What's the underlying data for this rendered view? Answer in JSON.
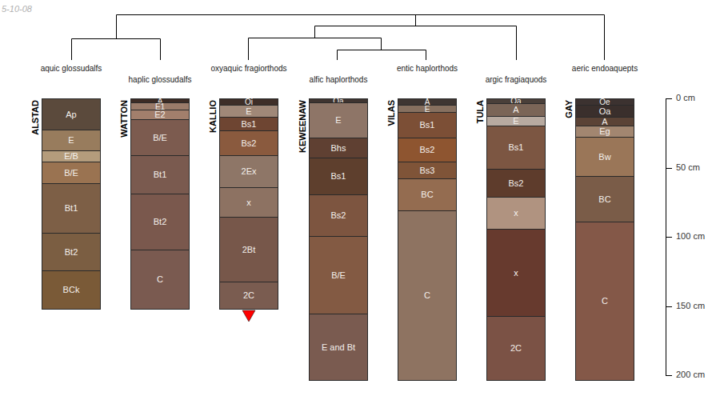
{
  "diagram": {
    "nodes": [
      {
        "text": [
          "aquic glossudalfs",
          "ALSTAD"
        ]
      },
      {
        "text": [
          "Ap"
        ],
        "in": 0
      },
      {
        "text": [
          "E"
        ],
        "in": 0
      },
      {
        "text": [
          "E/B"
        ],
        "in": 0
      },
      {
        "text": [
          "B/E"
        ],
        "in": 0
      },
      {
        "text": [
          "Bt1"
        ],
        "in": 0
      },
      {
        "text": [
          "Bt2"
        ],
        "in": 0
      },
      {
        "text": [
          "BCk"
        ],
        "in": 0
      },
      {
        "text": [
          "haplic glossudalfs",
          "WATTON"
        ]
      },
      {
        "text": [
          "A"
        ],
        "in": 8
      },
      {
        "text": [
          "E1"
        ],
        "in": 8
      },
      {
        "text": [
          "E2"
        ],
        "in": 8
      },
      {
        "text": [
          "B/E"
        ],
        "in": 8
      },
      {
        "text": [
          "Bt1"
        ],
        "in": 8
      },
      {
        "text": [
          "Bt2"
        ],
        "in": 8
      },
      {
        "text": [
          "C"
        ],
        "in": 8
      },
      {
        "text": [
          "oxyaquic fragiorthods",
          "KALLIO"
        ]
      },
      {
        "text": [
          "Oi"
        ],
        "in": 16
      },
      {
        "text": [
          "E"
        ],
        "in": 16
      },
      {
        "text": [
          "Bs1"
        ],
        "in": 16
      },
      {
        "text": [
          "Bs2"
        ],
        "in": 16
      },
      {
        "text": [
          "2Ex"
        ],
        "in": 16
      },
      {
        "text": [
          "x"
        ],
        "in": 16
      },
      {
        "text": [
          "2Bt"
        ],
        "in": 16
      },
      {
        "text": [
          "2C"
        ],
        "in": 16
      },
      {
        "text": [
          "alfic haplorthods",
          "KEWEENAW"
        ]
      },
      {
        "text": [
          "Oa"
        ],
        "in": 25
      },
      {
        "text": [
          "E"
        ],
        "in": 25
      },
      {
        "text": [
          "Bhs"
        ],
        "in": 25
      },
      {
        "text": [
          "Bs1"
        ],
        "in": 25
      },
      {
        "text": [
          "Bs2"
        ],
        "in": 25
      },
      {
        "text": [
          "B/E"
        ],
        "in": 25
      },
      {
        "text": [
          "E and Bt"
        ],
        "in": 25
      },
      {
        "text": [
          "entic haplorthods",
          "VILAS"
        ]
      },
      {
        "text": [
          "A"
        ],
        "in": 33
      },
      {
        "text": [
          "E"
        ],
        "in": 33
      },
      {
        "text": [
          "Bs1"
        ],
        "in": 33
      },
      {
        "text": [
          "Bs2"
        ],
        "in": 33
      },
      {
        "text": [
          "Bs3"
        ],
        "in": 33
      },
      {
        "text": [
          "BC"
        ],
        "in": 33
      },
      {
        "text": [
          "C"
        ],
        "in": 33
      },
      {
        "text": [
          "argic fragiaquods",
          "TULA"
        ]
      },
      {
        "text": [
          "Oa"
        ],
        "in": 41
      },
      {
        "text": [
          "A"
        ],
        "in": 41
      },
      {
        "text": [
          "E"
        ],
        "in": 41
      },
      {
        "text": [
          "Bs1"
        ],
        "in": 41
      },
      {
        "text": [
          "Bs2"
        ],
        "in": 41
      },
      {
        "text": [
          "x"
        ],
        "in": 41
      },
      {
        "text": [
          "x"
        ],
        "in": 41
      },
      {
        "text": [
          "2C"
        ],
        "in": 41
      },
      {
        "text": [
          "aeric endoaquepts",
          "GAY"
        ]
      },
      {
        "text": [
          "Oe"
        ],
        "in": 50
      },
      {
        "text": [
          "Oa"
        ],
        "in": 50
      },
      {
        "text": [
          "A"
        ],
        "in": 50
      },
      {
        "text": [
          "Eg"
        ],
        "in": 50
      },
      {
        "text": [
          "Bw"
        ],
        "in": 50
      },
      {
        "text": [
          "BC"
        ],
        "in": 50
      },
      {
        "text": [
          "C"
        ],
        "in": 50
      }
    ],
    "labels": [
      "5-10-08",
      "0 cm",
      "50 cm",
      "100 cm",
      "150 cm",
      "200 cm"
    ]
  }
}
